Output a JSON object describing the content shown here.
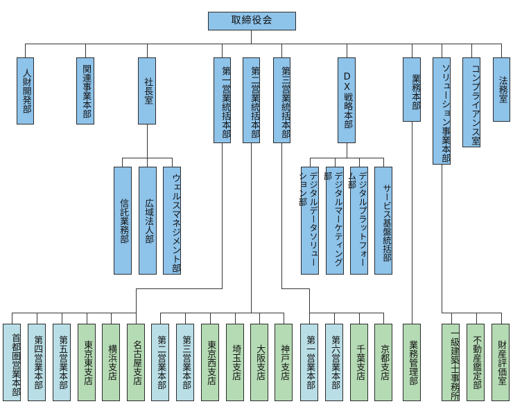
{
  "root": {
    "label": "取締役会"
  },
  "level1": [
    {
      "key": "jinzai",
      "label": "人財開発部"
    },
    {
      "key": "kanren",
      "label": "関連事業本部"
    },
    {
      "key": "shacho",
      "label": "社長室"
    },
    {
      "key": "dai1eigyo",
      "label": "第一営業統括本部"
    },
    {
      "key": "dai2eigyo",
      "label": "第二営業統括本部"
    },
    {
      "key": "dai3eigyo",
      "label": "第三営業統括本部"
    },
    {
      "key": "dx",
      "label": "DX戦略本部"
    },
    {
      "key": "gyomu",
      "label": "業務本部"
    },
    {
      "key": "solution",
      "label": "ソリューション事業本部"
    },
    {
      "key": "compliance",
      "label": "コンプライアンス室"
    },
    {
      "key": "homu",
      "label": "法務室"
    }
  ],
  "shacho_children": [
    "信託業務部",
    "広域法人部",
    "ウェルスマネジメント部"
  ],
  "dx_children": [
    "デジタルデータソリューション部",
    "デジタルマーケティング部",
    "デジタルプラットフォーム部",
    "サービス基盤統括部"
  ],
  "bottom": [
    "首都圏営業本部",
    "第四営業本部",
    "第五営業本部",
    "東京東支店",
    "横浜支店",
    "名古屋支店",
    "第二営業本部",
    "第三営業本部",
    "東京西支店",
    "埼玉支店",
    "大阪支店",
    "神戸支店",
    "第一営業本部",
    "第六営業本部",
    "千葉支店",
    "京都支店",
    "業務管理部",
    "一級建築士事務所",
    "不動産鑑定部",
    "財産評価室"
  ],
  "colors": {
    "blue": "#8ec3ea",
    "light_blue": "#b9dee6",
    "green": "#b5dbb4",
    "line": "#333333"
  }
}
